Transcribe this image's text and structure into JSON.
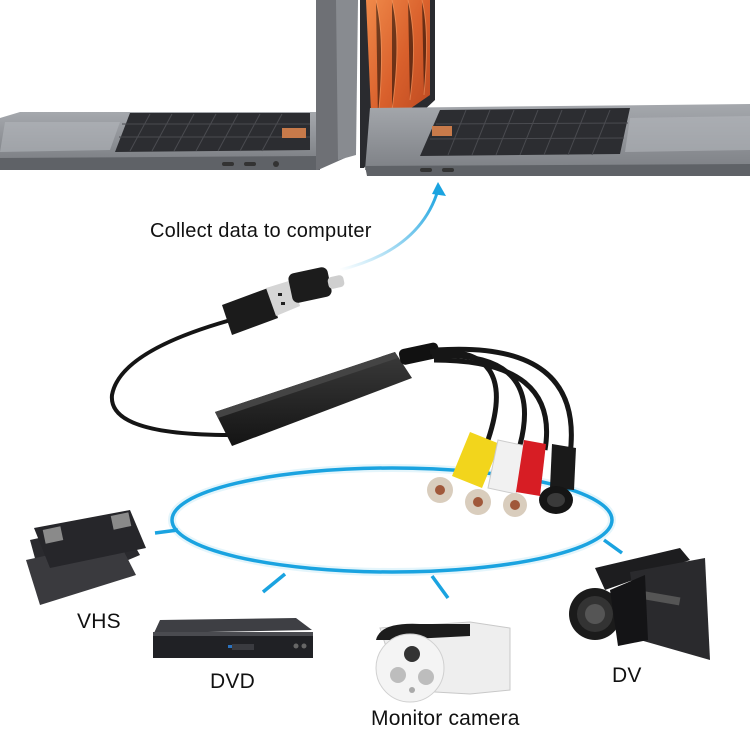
{
  "diagram": {
    "title_caption": "Collect data to computer",
    "target": {
      "name": "computer",
      "icon": "laptop-icon"
    },
    "device": {
      "name": "USB video capture adapter",
      "icon": "capture-cable-icon",
      "connectors": [
        {
          "name": "USB-A plug",
          "color": "#1a1a1a"
        },
        {
          "name": "USB-C adapter",
          "color": "#1a1a1a"
        },
        {
          "name": "RCA video (yellow)",
          "color": "#f2d51c"
        },
        {
          "name": "RCA audio left (white)",
          "color": "#eeeeee"
        },
        {
          "name": "RCA audio right (red)",
          "color": "#d71d24"
        },
        {
          "name": "S-Video",
          "color": "#1a1a1a"
        }
      ]
    },
    "sources": [
      {
        "label": "VHS",
        "icon": "vhs-tape-icon"
      },
      {
        "label": "DVD",
        "icon": "dvd-player-icon"
      },
      {
        "label": "Monitor camera",
        "icon": "security-camera-icon"
      },
      {
        "label": "DV",
        "icon": "camcorder-icon"
      }
    ],
    "colors": {
      "accent_blue": "#1aa3e0",
      "laptop_gray": "#8d9096",
      "screen_orange": "#e8713a",
      "text": "#111111"
    }
  }
}
